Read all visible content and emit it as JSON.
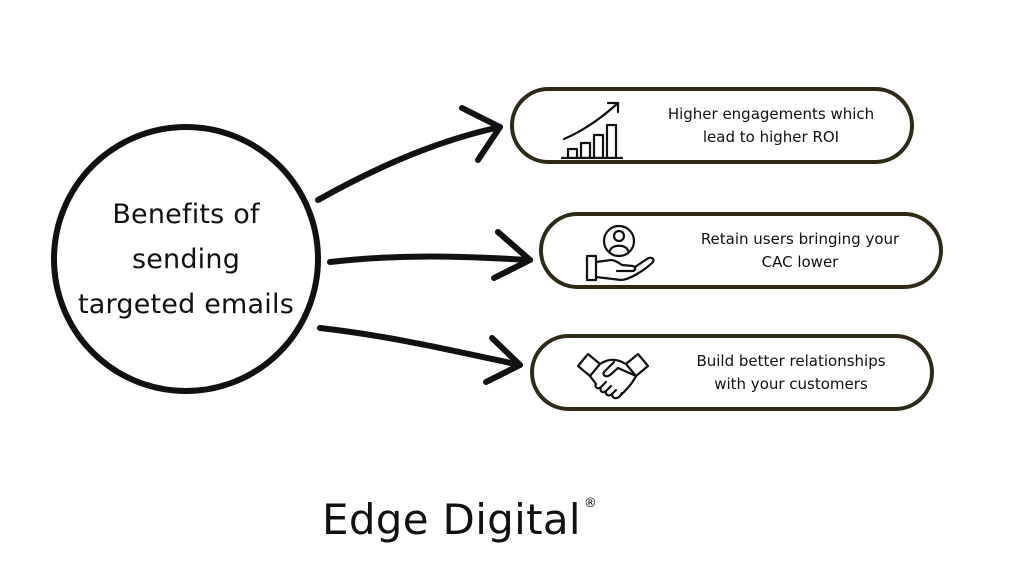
{
  "center": {
    "lines": [
      "Benefits of",
      "sending",
      "targeted emails"
    ]
  },
  "benefits": [
    {
      "icon": "growth-chart-icon",
      "lines": [
        "Higher engagements which",
        "lead to higher ROI"
      ]
    },
    {
      "icon": "user-in-hand-icon",
      "lines": [
        "Retain users bringing your",
        "CAC lower"
      ]
    },
    {
      "icon": "handshake-icon",
      "lines": [
        "Build better relationships",
        "with your customers"
      ]
    }
  ],
  "brand": {
    "name": "Edge Digital",
    "mark": "®"
  },
  "colors": {
    "outline": "#111111",
    "card_border": "#2e2a17",
    "background": "#ffffff"
  }
}
